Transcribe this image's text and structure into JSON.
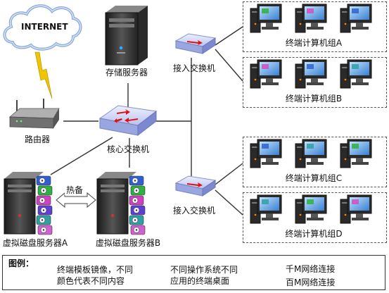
{
  "internet": {
    "label": "INTERNET"
  },
  "router": {
    "label": "路由器"
  },
  "storage_server": {
    "label": "存储服务器"
  },
  "core_switch": {
    "label": "核心交换机"
  },
  "access_switch_top": {
    "label": "接入交换机"
  },
  "access_switch_bottom": {
    "label": "接入交换机"
  },
  "vdisk_a": {
    "label": "虚拟磁盘服务器A"
  },
  "vdisk_b": {
    "label": "虚拟磁盘服务器B"
  },
  "hot_standby": {
    "label": "热备"
  },
  "groups": [
    {
      "label": "终端计算机组A"
    },
    {
      "label": "终端计算机组B"
    },
    {
      "label": "终端计算机组C"
    },
    {
      "label": "终端计算机组D"
    }
  ],
  "legend": {
    "title": "图例：",
    "image_desc_line1": "终端模板镜像，不同",
    "image_desc_line2": "颜色代表不同内容",
    "desktop_desc_line1": "不同操作系统不同",
    "desktop_desc_line2": "应用的终端桌面",
    "gigabit_link": "千M网络连接",
    "hundred_link": "百M网络连接"
  },
  "colors": {
    "link": "#333333",
    "switch_blue": "#c8d0f0",
    "switch_arrow": "#e01010",
    "disk_colors": [
      "#3060d0",
      "#30b040",
      "#d040c0",
      "#6040d0",
      "#30a0a0",
      "#d060d0"
    ],
    "lightning": "#e8b800"
  }
}
